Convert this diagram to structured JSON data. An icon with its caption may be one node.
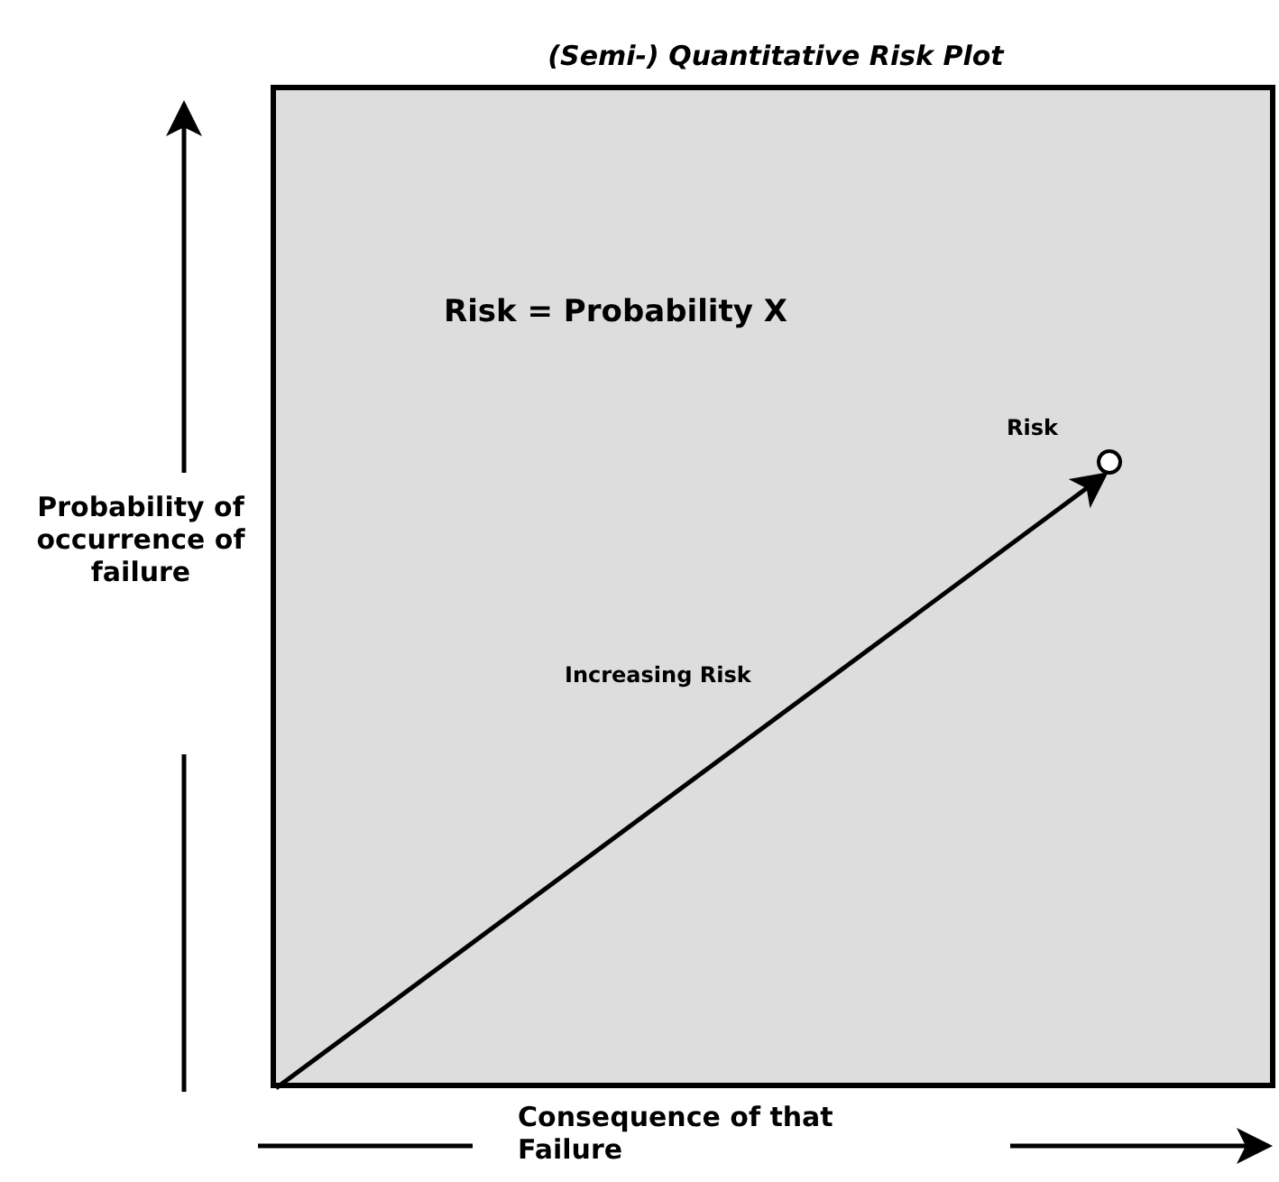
{
  "diagram": {
    "title": "(Semi-) Quantitative Risk Plot",
    "nodes": [
      {
        "text": [
          "Risk = Probability X"
        ]
      },
      {
        "text": [],
        "shape": "circle",
        "in": 0,
        "beside": [
          "Risk"
        ]
      }
    ],
    "edges": [
      {
        "from": null,
        "to": 1,
        "arrow": "to",
        "label": "Increasing Risk"
      }
    ],
    "labels": [
      "Probability of occurrence of failure",
      "Consequence of that Failure"
    ]
  }
}
